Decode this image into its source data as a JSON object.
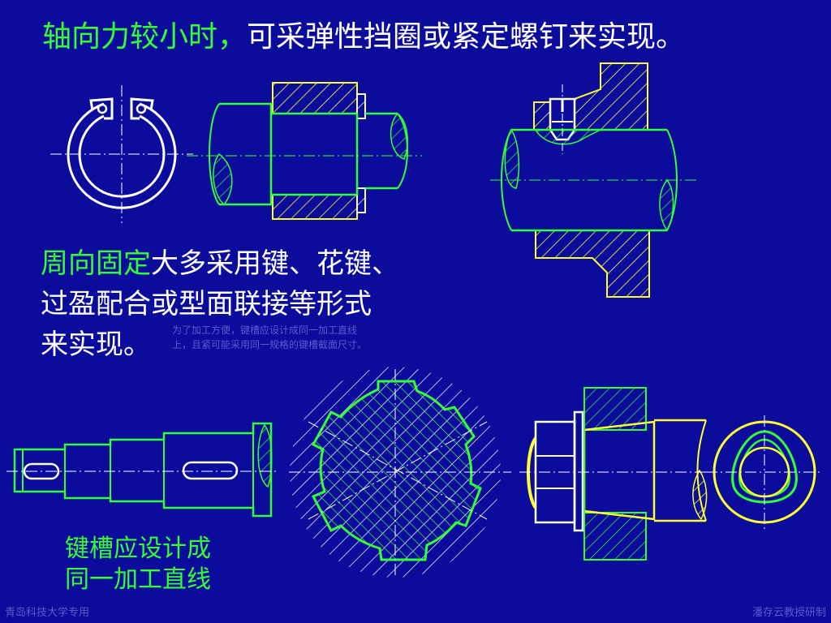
{
  "title": {
    "highlight": "轴向力较小时，",
    "rest": "可采弹性挡圈或紧定螺钉来实现。"
  },
  "circumferential": {
    "highlight": "周向固定",
    "line1_rest": "大多采用键、花键、",
    "line2": "过盈配合或型面联接等形式",
    "line3": "来实现。"
  },
  "note": {
    "line1": "为了加工方便，键槽应设计成同一加工直线",
    "line2": "上，且紧可能采用同一规格的键槽截面尺寸。"
  },
  "caption": {
    "line1": "键槽应设计成",
    "line2": "同一加工直线"
  },
  "footer": {
    "left": "青岛科技大学专用",
    "right": "潘存云教授研制"
  },
  "colors": {
    "background": "#0b0b9c",
    "accent_green": "#33ff33",
    "hatch_yellow": "#ffff33",
    "line_white": "#ffffff"
  }
}
